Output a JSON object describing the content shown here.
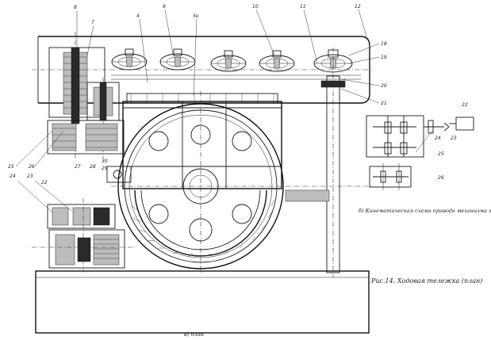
{
  "callouts": {
    "top": [
      "8",
      "7",
      "4",
      "9",
      "5к",
      "10",
      "11",
      "12"
    ],
    "right": [
      "18",
      "19",
      "20",
      "21",
      "22",
      "23",
      "24",
      "25",
      "26"
    ],
    "left": [
      "25",
      "26",
      "27",
      "28",
      "30",
      "29",
      "24",
      "23",
      "22"
    ]
  },
  "captions": {
    "schema": "б) Кинематическая схема привода механизма хода",
    "figure": "Рис.14. Ходовая тележка (план)",
    "view": "в) план"
  }
}
